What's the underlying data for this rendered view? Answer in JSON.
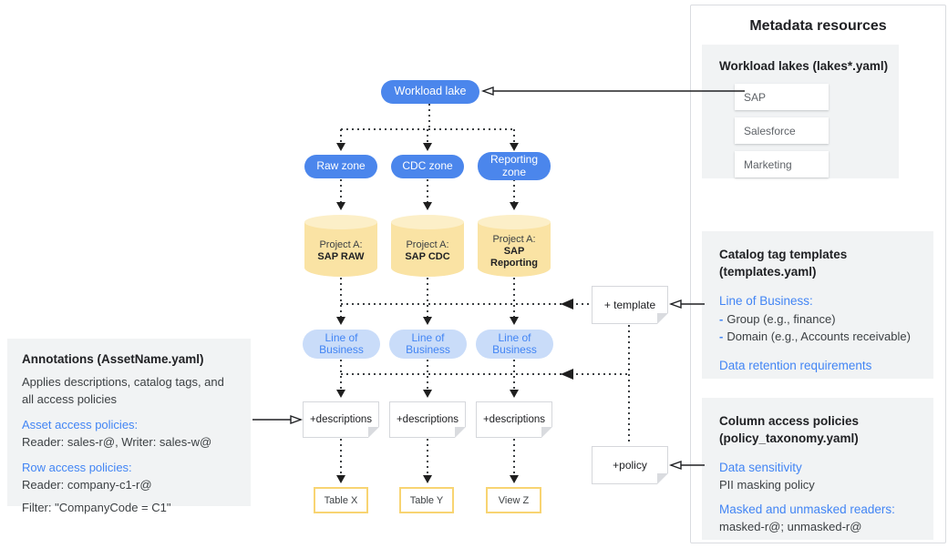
{
  "diagram": {
    "workload_lake_label": "Workload lake",
    "zones": [
      "Raw zone",
      "CDC zone",
      "Reporting zone"
    ],
    "projects": [
      {
        "prefix": "Project A:",
        "name": "SAP RAW"
      },
      {
        "prefix": "Project A:",
        "name": "SAP CDC"
      },
      {
        "prefix": "Project A:",
        "name": "SAP Reporting"
      }
    ],
    "lob_pills": [
      "Line of Business",
      "Line of Business",
      "Line of Business"
    ],
    "description_notes": [
      "+descriptions",
      "+descriptions",
      "+descriptions"
    ],
    "outputs": [
      "Table X",
      "Table Y",
      "View Z"
    ],
    "template_note_label": "+ template",
    "policy_note_label": "+policy"
  },
  "annotations_panel": {
    "title": "Annotations (AssetName.yaml)",
    "body": "Applies descriptions, catalog tags, and all access policies",
    "asset_heading": "Asset access policies:",
    "asset_value": "Reader: sales-r@, Writer: sales-w@",
    "row_heading": "Row access policies:",
    "row_value": "Reader: company-c1-r@",
    "filter_value": "Filter: \"CompanyCode = C1\""
  },
  "metadata_panel": {
    "title": "Metadata resources",
    "workload_lakes": {
      "heading": "Workload lakes (lakes*.yaml)",
      "items": [
        "SAP",
        "Salesforce",
        "Marketing"
      ]
    },
    "catalog_templates": {
      "heading_line1": "Catalog tag templates",
      "heading_line2": "(templates.yaml)",
      "lob_heading": "Line of Business:",
      "bullet": "-",
      "items": [
        "Group (e.g., finance)",
        "Domain (e.g., Accounts receivable)"
      ],
      "retention_heading": "Data retention requirements"
    },
    "column_policies": {
      "heading_line1": "Column access policies",
      "heading_line2": "(policy_taxonomy.yaml)",
      "sensitivity_heading": "Data sensitivity",
      "sensitivity_value": "PII masking policy",
      "readers_heading": "Masked and unmasked readers:",
      "readers_value": "masked-r@; unmasked-r@"
    }
  },
  "colors": {
    "primary_blue": "#4b86ec",
    "light_blue_pill": "#c9dcf9",
    "blue_text": "#4285f4",
    "cylinder_fill": "#fae3a4",
    "output_border": "#f8d472",
    "gray_card": "#f1f3f4"
  }
}
